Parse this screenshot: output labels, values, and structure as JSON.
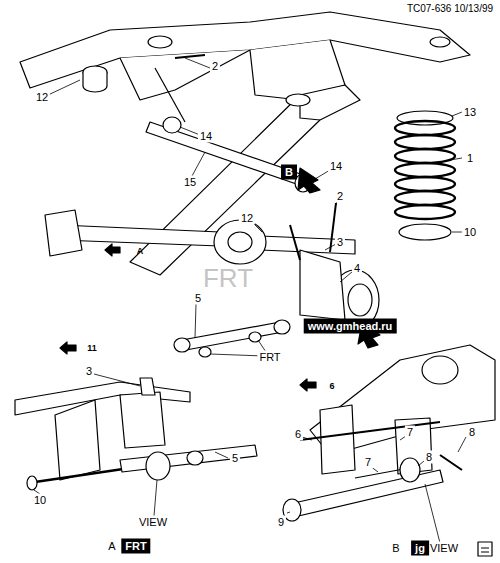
{
  "diagram": {
    "labels": [
      "TC07-636 10/13/99",
      "12",
      "2",
      "13",
      "1",
      "14",
      "14",
      "15",
      "2",
      "12",
      "3",
      "4",
      "10",
      "5",
      "FRT",
      "A",
      "B",
      "www.gmhead.ru",
      "FRT",
      "11",
      "3",
      "10",
      "5",
      "VIEW",
      "A",
      "FRT",
      "6",
      "6",
      "7",
      "7",
      "8",
      "8",
      "9",
      "VIEW",
      "B",
      "jg"
    ]
  }
}
